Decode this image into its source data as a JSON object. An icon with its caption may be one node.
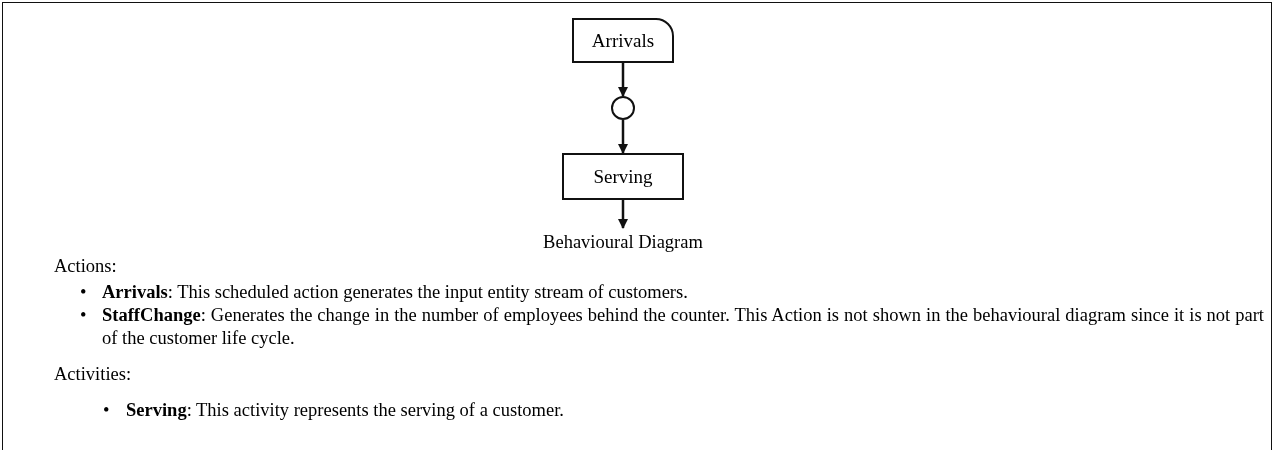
{
  "diagram": {
    "caption": "Behavioural Diagram",
    "nodes": [
      {
        "text": [
          "Arrivals"
        ]
      },
      {
        "text": [],
        "shape": "circle"
      },
      {
        "text": [
          "Serving"
        ]
      }
    ],
    "edges": [
      {
        "from": 0,
        "to": 1,
        "arrow": "to"
      },
      {
        "from": 1,
        "to": 2,
        "arrow": "to"
      },
      {
        "from": 2,
        "to": null,
        "arrow": "to"
      }
    ],
    "labels": [
      "Actions:",
      "•",
      "**Arrivals**: This scheduled action generates the input entity stream of customers.",
      "•",
      "**StaffChange**: Generates the change in the number of employees behind the counter. This Action is not shown in the behavioural diagram since it is not part of the customer life cycle.",
      "Activities:",
      "•",
      "**Serving**: This activity represents the serving of a customer."
    ]
  }
}
